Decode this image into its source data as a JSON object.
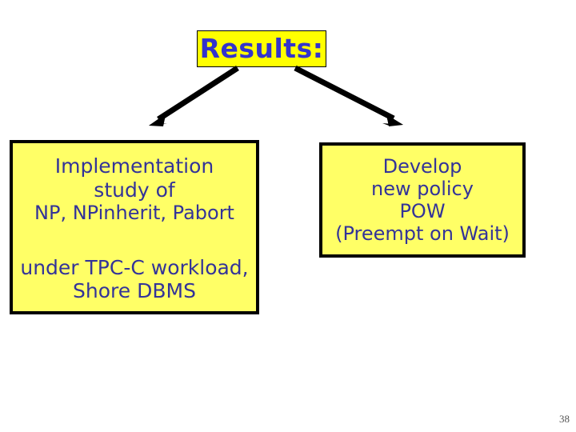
{
  "slide": {
    "background_color": "#ffffff",
    "page_number": "38"
  },
  "title": {
    "text": "Results:",
    "background_color": "#FFFF00",
    "text_color": "#3333CC"
  },
  "connectors": [
    {
      "name": "arrow-to-left-box",
      "direction": "down-left",
      "color": "#000000"
    },
    {
      "name": "arrow-to-right-box",
      "direction": "down-right",
      "color": "#000000"
    }
  ],
  "boxes": {
    "left": {
      "background_color": "#FFFF66",
      "text_color": "#333399",
      "border_color": "#000000",
      "lines_group_a": [
        "Implementation",
        "study of",
        "NP, NPinherit, Pabort"
      ],
      "lines_group_b": [
        "under TPC-C workload,",
        "Shore DBMS"
      ]
    },
    "right": {
      "background_color": "#FFFF66",
      "text_color": "#333399",
      "border_color": "#000000",
      "lines": [
        "Develop",
        "new policy",
        "POW",
        "(Preempt on Wait)"
      ]
    }
  }
}
